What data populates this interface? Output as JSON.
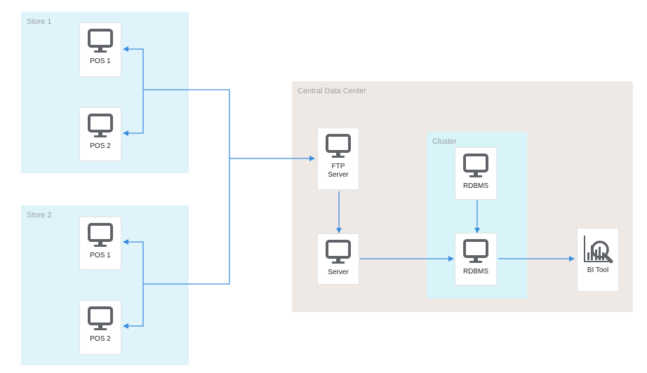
{
  "groups": {
    "store1": "Store 1",
    "store2": "Store 2",
    "central": "Central Data Center",
    "cluster": "Cluster"
  },
  "nodes": {
    "s1_pos1": "POS 1",
    "s1_pos2": "POS 2",
    "s2_pos1": "POS 1",
    "s2_pos2": "POS 2",
    "ftp_l1": "FTP",
    "ftp_l2": "Server",
    "server": "Server",
    "rdbms_top": "RDBMS",
    "rdbms_bottom": "RDBMS",
    "bi_tool": "BI Tool"
  },
  "icons": {
    "computer": "monitor-icon",
    "bi": "bar-chart-magnifier-icon"
  },
  "colors": {
    "store_bg": "#dff3fb",
    "center_bg": "#efe9e6",
    "cluster_bg": "#d8f4f8",
    "arrow": "#3d8ede",
    "icon": "#5f6368"
  }
}
